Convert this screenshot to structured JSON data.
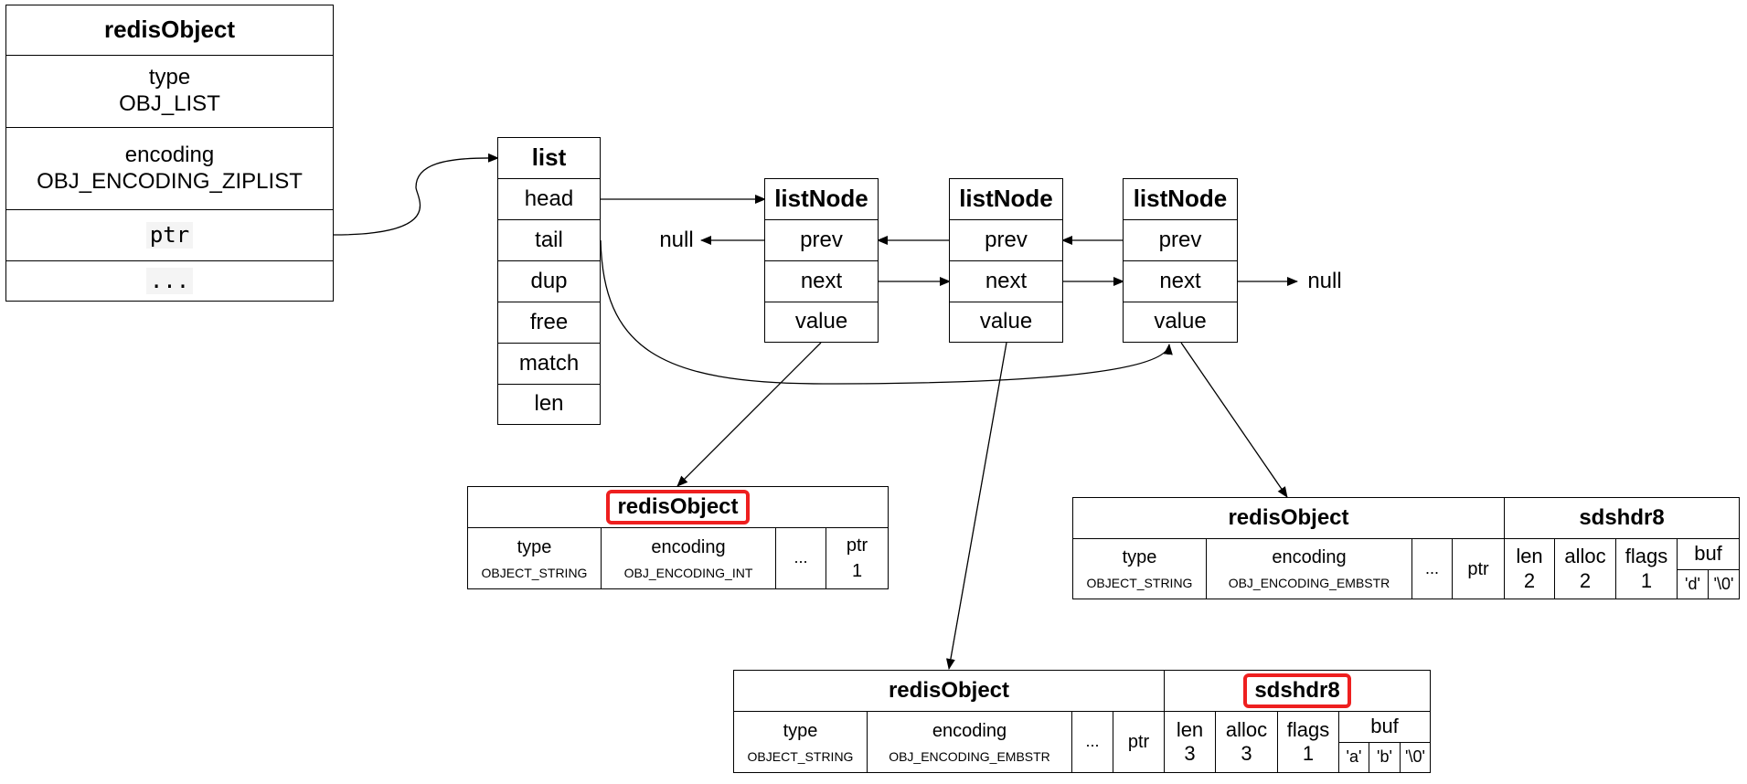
{
  "redis_object_main": {
    "title": "redisObject",
    "type_label": "type",
    "type_value": "OBJ_LIST",
    "encoding_label": "encoding",
    "encoding_value": "OBJ_ENCODING_ZIPLIST",
    "ptr": "ptr",
    "more": "..."
  },
  "list_struct": {
    "title": "list",
    "fields": [
      "head",
      "tail",
      "dup",
      "free",
      "match",
      "len"
    ]
  },
  "list_nodes": [
    {
      "title": "listNode",
      "prev": "prev",
      "next": "next",
      "value": "value"
    },
    {
      "title": "listNode",
      "prev": "prev",
      "next": "next",
      "value": "value"
    },
    {
      "title": "listNode",
      "prev": "prev",
      "next": "next",
      "value": "value"
    }
  ],
  "null_labels": {
    "left": "null",
    "right": "null"
  },
  "obj_int": {
    "title": "redisObject",
    "type_label": "type",
    "type_value": "OBJECT_STRING",
    "encoding_label": "encoding",
    "encoding_value": "OBJ_ENCODING_INT",
    "more": "...",
    "ptr_label": "ptr",
    "ptr_value": "1"
  },
  "obj_embstr_right": {
    "title": "redisObject",
    "sds_title": "sdshdr8",
    "type_label": "type",
    "type_value": "OBJECT_STRING",
    "encoding_label": "encoding",
    "encoding_value": "OBJ_ENCODING_EMBSTR",
    "more": "...",
    "ptr_label": "ptr",
    "len_label": "len",
    "len_value": "2",
    "alloc_label": "alloc",
    "alloc_value": "2",
    "flags_label": "flags",
    "flags_value": "1",
    "buf_label": "buf",
    "buf_values": [
      "'d'",
      "'\\0'"
    ]
  },
  "obj_embstr_bottom": {
    "title": "redisObject",
    "sds_title": "sdshdr8",
    "type_label": "type",
    "type_value": "OBJECT_STRING",
    "encoding_label": "encoding",
    "encoding_value": "OBJ_ENCODING_EMBSTR",
    "more": "...",
    "ptr_label": "ptr",
    "len_label": "len",
    "len_value": "3",
    "alloc_label": "alloc",
    "alloc_value": "3",
    "flags_label": "flags",
    "flags_value": "1",
    "buf_label": "buf",
    "buf_values": [
      "'a'",
      "'b'",
      "'\\0'"
    ]
  },
  "colors": {
    "highlight": "#ee1f1f",
    "line": "#000000"
  }
}
